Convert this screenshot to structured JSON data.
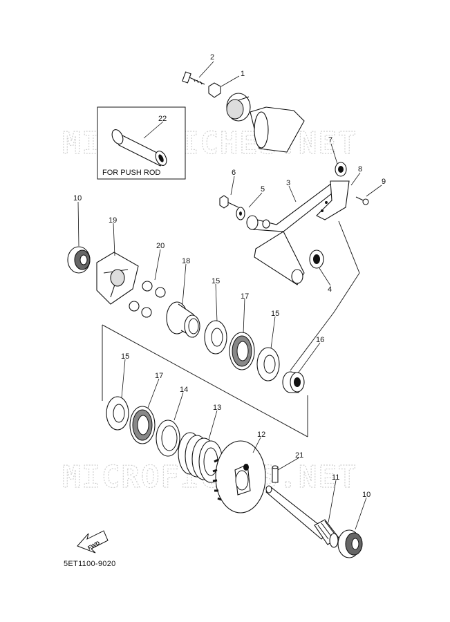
{
  "watermark": "MICROFICHES.NET",
  "inset_caption": "FOR PUSH ROD",
  "fwd_label": "FWD",
  "diagram_code": "5ET1100-9020",
  "callouts": {
    "p1": "1",
    "p2": "2",
    "p3": "3",
    "p4": "4",
    "p5": "5",
    "p6": "6",
    "p7": "7",
    "p8": "8",
    "p9": "9",
    "p10a": "10",
    "p10b": "10",
    "p11": "11",
    "p12": "12",
    "p13": "13",
    "p14": "14",
    "p15a": "15",
    "p15b": "15",
    "p15c": "15",
    "p16": "16",
    "p17a": "17",
    "p17b": "17",
    "p18": "18",
    "p19": "19",
    "p20": "20",
    "p21": "21",
    "p22": "22"
  }
}
